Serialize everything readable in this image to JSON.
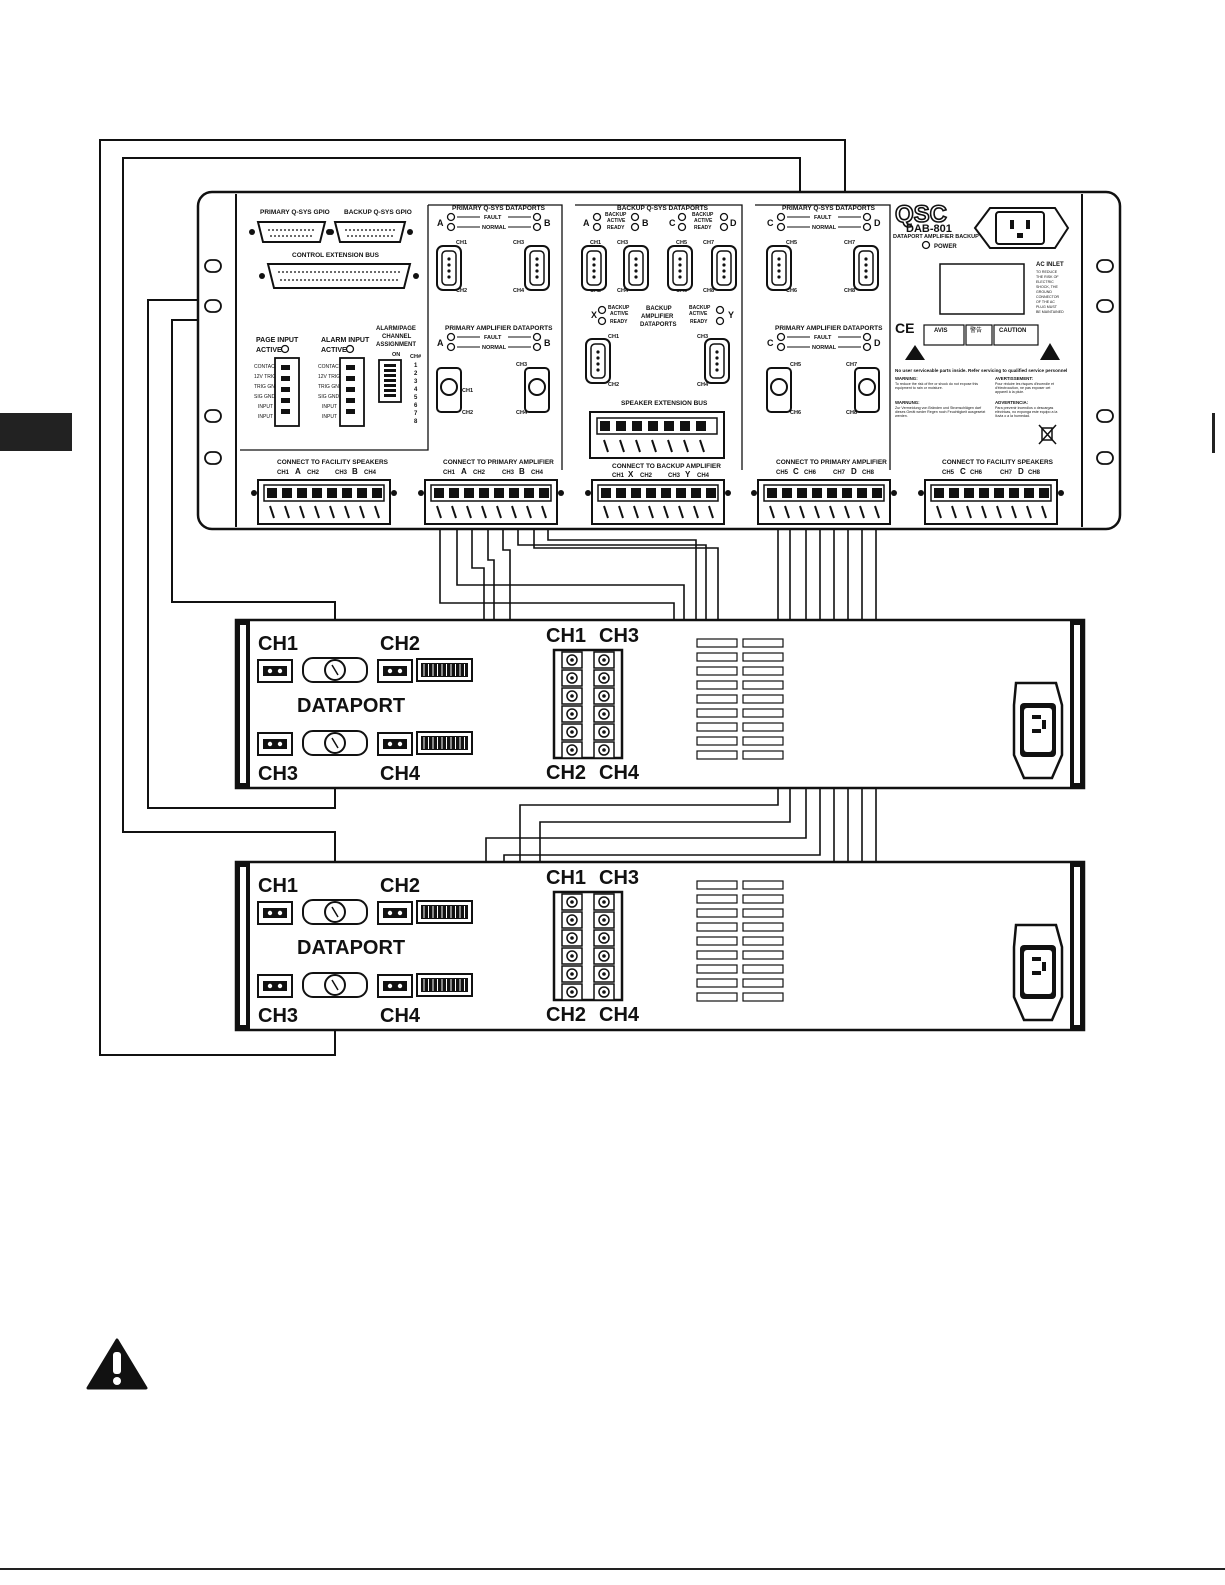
{
  "unit": {
    "brand": "QSC",
    "model": "DAB-801",
    "subtitle": "DATAPORT AMPLIFIER BACKUP",
    "power_label": "POWER",
    "ac_inlet_title": "AC INLET",
    "ac_inlet_text": [
      "TO REDUCE",
      "THE RISK OF",
      "ELECTRIC",
      "SHOCK, THE",
      "GROUND",
      "CONNECTOR",
      "OF THE AC",
      "PLUG MUST",
      "BE MAINTAINED"
    ],
    "primary_gpio": "PRIMARY Q-SYS GPIO",
    "backup_gpio": "BACKUP Q-SYS GPIO",
    "control_bus": "CONTROL EXTENSION BUS",
    "page_input": "PAGE INPUT",
    "alarm_input": "ALARM INPUT",
    "active": "ACTIVE",
    "assign_title": [
      "ALARM/PAGE",
      "CHANNEL",
      "ASSIGNMENT"
    ],
    "assign_on": "ON",
    "assign_ch": "CH#",
    "assign_nums": [
      "1",
      "2",
      "3",
      "4",
      "5",
      "6",
      "7",
      "8"
    ],
    "input_pins": [
      "CONTACT",
      "12V TRIG",
      "TRIG GND",
      "SIG GND",
      "INPUT",
      "INPUT"
    ],
    "primary_dataports": "PRIMARY Q-SYS DATAPORTS",
    "backup_dataports": "BACKUP Q-SYS DATAPORTS",
    "primary_amp_dataports": "PRIMARY AMPLIFIER DATAPORTS",
    "backup_amp_dataports": [
      "BACKUP",
      "AMPLIFIER",
      "DATAPORTS"
    ],
    "fault": "FAULT",
    "normal": "NORMAL",
    "backup_active": [
      "BACKUP",
      "ACTIVE"
    ],
    "ready": "READY",
    "speaker_bus": "SPEAKER EXTENSION BUS",
    "facility_speakers": "CONNECT TO FACILITY SPEAKERS",
    "primary_amp": "CONNECT TO PRIMARY AMPLIFIER",
    "backup_amp": "CONNECT TO BACKUP AMPLIFIER",
    "letters": [
      "A",
      "B",
      "C",
      "D",
      "X",
      "Y"
    ],
    "ch_labels": [
      "CH1",
      "CH2",
      "CH3",
      "CH4",
      "CH5",
      "CH6",
      "CH7",
      "CH8"
    ],
    "warn_heading": "No user serviceable parts inside.  Refer servicing to qualified service personnel",
    "warning_label": "WARNING:",
    "warning_text": "To reduce the risk of fire or shock do not expose this equipment to rain or moisture.",
    "avert_label": "AVERTISSEMENT:",
    "avert_text": "Pour réduire les risques d'incendie et d'électrocution, ne pas exposer cet appareil à la pluie.",
    "warnung_label": "WARNUNG:",
    "warnung_text": "Zur Vermeidung von Bränden und Stromschlägen darf dieses Gerät weder Regen noch Feuchtigkeit ausgesetzt werden.",
    "advert_label": "ADVERTENCIA:",
    "advert_text": "Para prevenir incendios o descargas eléctricas, no exponga este equipo a la lluvia o a la humedad.",
    "cn_warning": "警告",
    "avis": "AVIS",
    "caution": "CAUTION"
  },
  "amps": [
    {
      "ch1": "CH1",
      "ch2": "CH2",
      "ch3": "CH3",
      "ch4": "CH4",
      "dataport": "DATAPORT",
      "term_top_left": "CH1",
      "term_top_right": "CH3",
      "term_bot_left": "CH2",
      "term_bot_right": "CH4"
    },
    {
      "ch1": "CH1",
      "ch2": "CH2",
      "ch3": "CH3",
      "ch4": "CH4",
      "dataport": "DATAPORT",
      "term_top_left": "CH1",
      "term_top_right": "CH3",
      "term_bot_left": "CH2",
      "term_bot_right": "CH4"
    }
  ],
  "colors": {
    "ink": "#111111",
    "tab": "#222222"
  }
}
